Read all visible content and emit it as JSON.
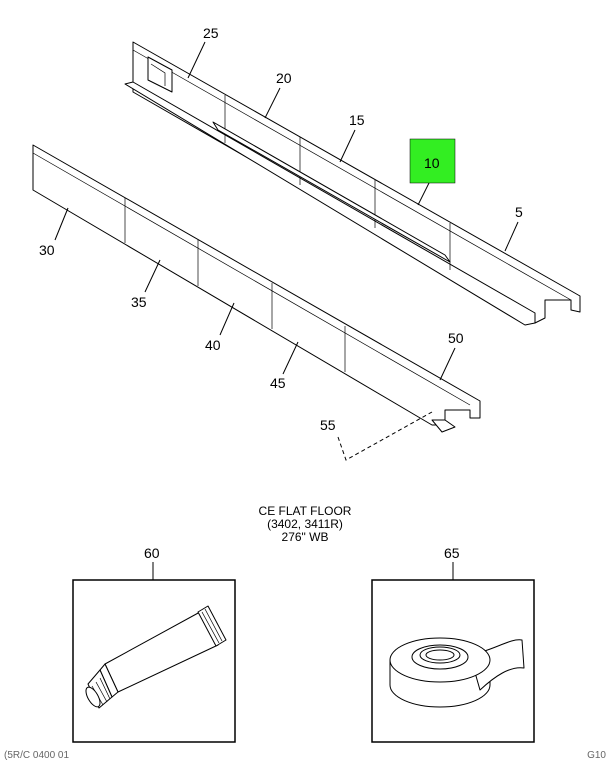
{
  "callouts": [
    {
      "id": "25",
      "label": "25"
    },
    {
      "id": "20",
      "label": "20"
    },
    {
      "id": "15",
      "label": "15"
    },
    {
      "id": "10",
      "label": "10",
      "highlighted": true
    },
    {
      "id": "5",
      "label": "5"
    },
    {
      "id": "30",
      "label": "30"
    },
    {
      "id": "35",
      "label": "35"
    },
    {
      "id": "40",
      "label": "40"
    },
    {
      "id": "45",
      "label": "45"
    },
    {
      "id": "50",
      "label": "50"
    },
    {
      "id": "55",
      "label": "55"
    },
    {
      "id": "60",
      "label": "60"
    },
    {
      "id": "65",
      "label": "65"
    }
  ],
  "caption": {
    "line1": "CE FLAT FLOOR",
    "line2": "(3402, 3411R)",
    "line3": "276\" WB"
  },
  "footer": {
    "left": "(5R/C 0400 01",
    "right": "G10"
  },
  "colors": {
    "highlight": "#33ee22",
    "line": "#000000"
  }
}
